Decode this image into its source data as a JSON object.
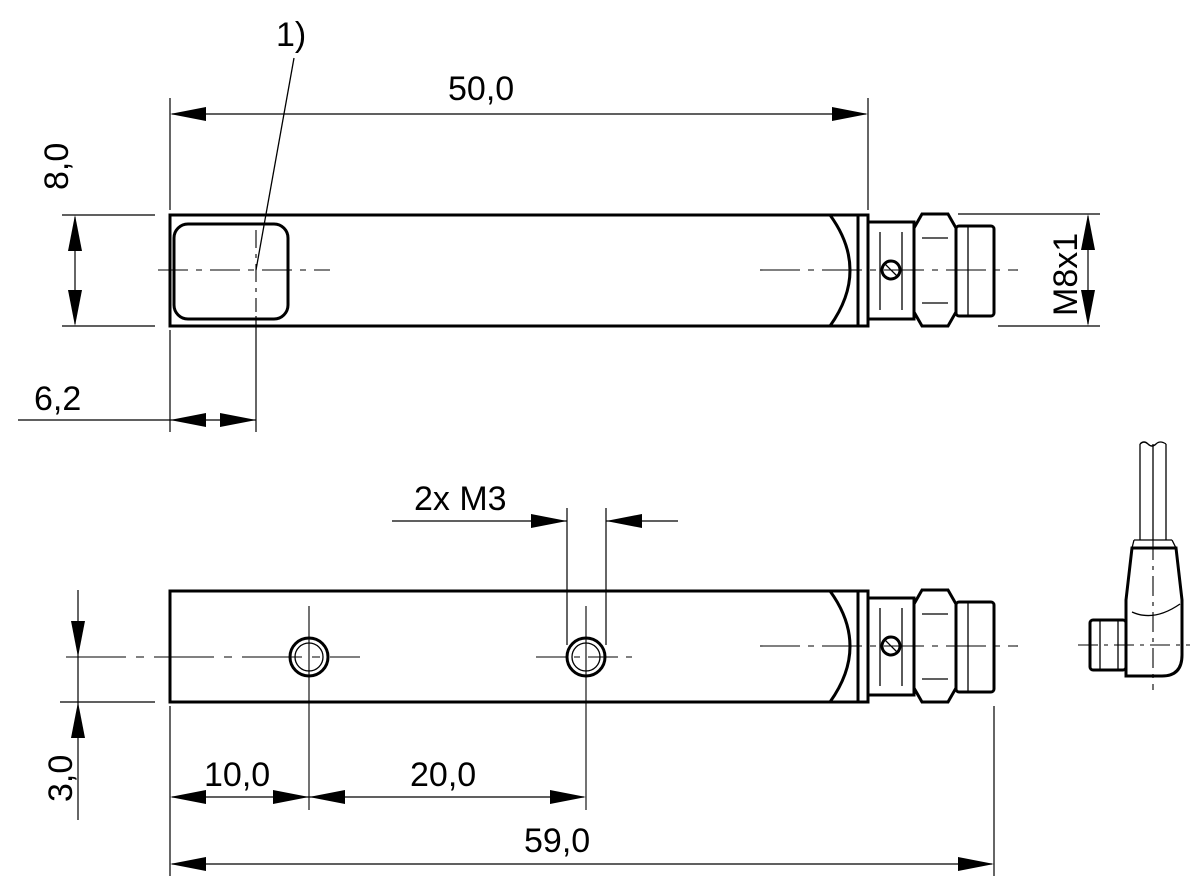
{
  "drawing": {
    "note_marker": "1)",
    "dimensions": {
      "length_top": "50,0",
      "height": "8,0",
      "thread": "M8x1",
      "face_offset": "6,2",
      "mount_holes": "2x M3",
      "hole_height": "3,0",
      "hole_first": "10,0",
      "hole_pitch": "20,0",
      "length_total": "59,0"
    }
  }
}
